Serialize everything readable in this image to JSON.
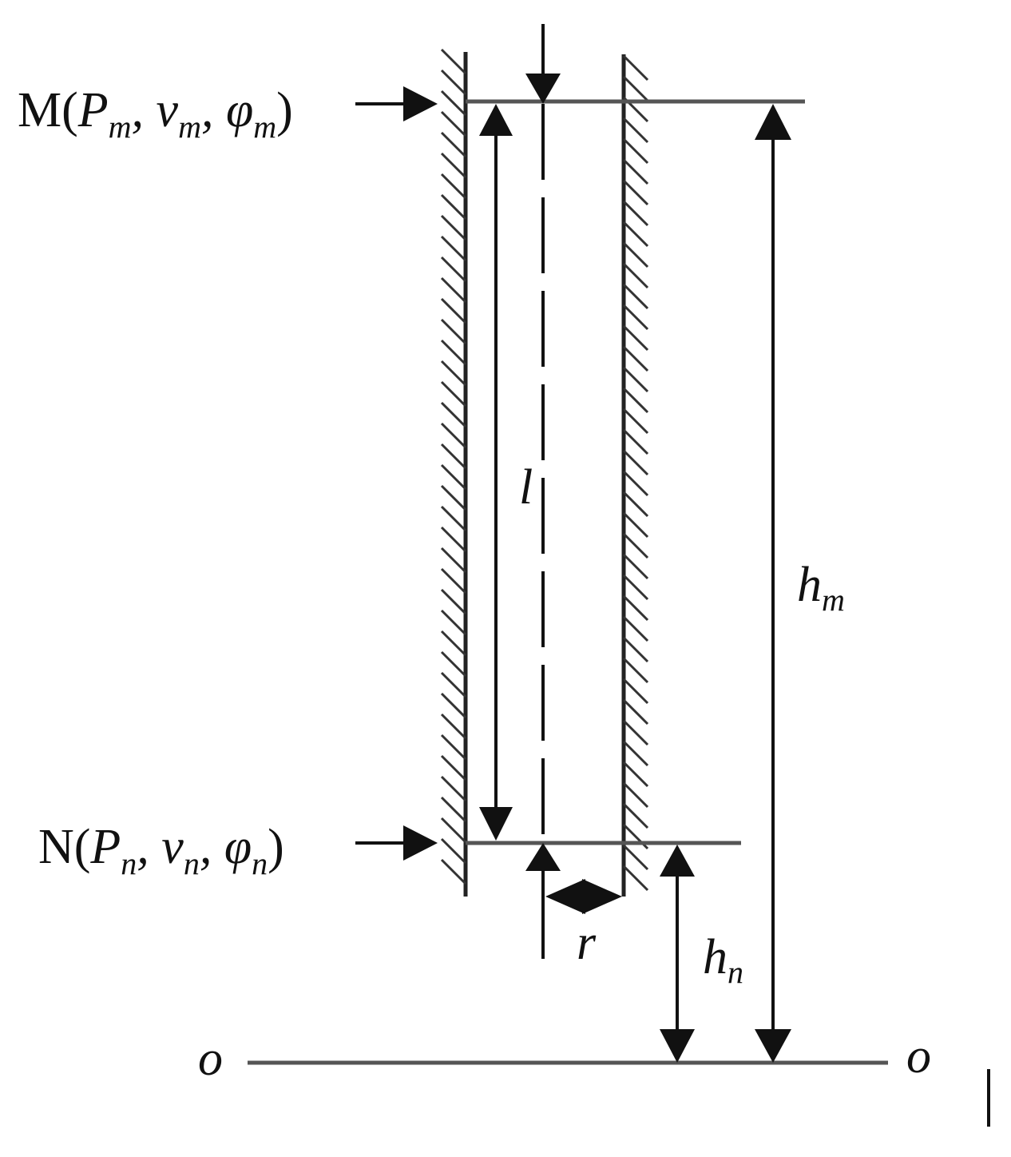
{
  "labels": {
    "M_point": "M(",
    "M_p": "P",
    "M_p_sub": "m",
    "M_v": ", v",
    "M_v_sub": "m",
    "M_phi": ", φ",
    "M_phi_sub": "m",
    "M_close": ")",
    "N_point": "N(",
    "N_p": "P",
    "N_p_sub": "n",
    "N_v": ", v",
    "N_v_sub": "n",
    "N_phi": ", φ",
    "N_phi_sub": "n",
    "N_close": ")",
    "length": "l",
    "radius": "r",
    "hm_main": "h",
    "hm_sub": "m",
    "hn_main": "h",
    "hn_sub": "n",
    "datum_left": "o",
    "datum_right": "o"
  }
}
